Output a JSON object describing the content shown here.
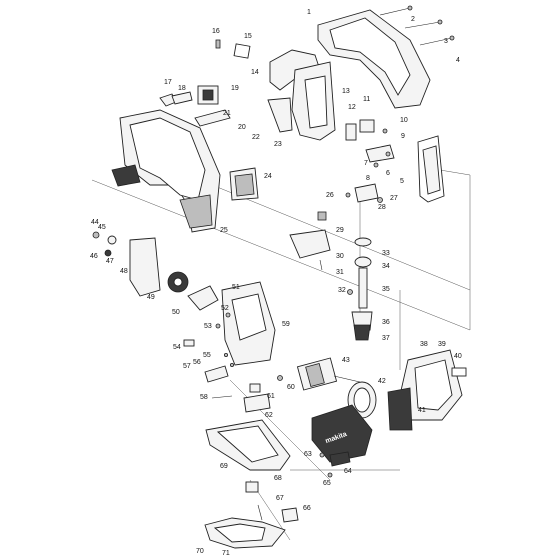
{
  "diagram": {
    "callouts": [
      "1",
      "2",
      "3",
      "4",
      "5",
      "6",
      "7",
      "8",
      "9",
      "10",
      "11",
      "12",
      "13",
      "14",
      "15",
      "16",
      "17",
      "18",
      "19",
      "20",
      "21",
      "22",
      "23",
      "24",
      "25",
      "26",
      "27",
      "28",
      "29",
      "30",
      "31",
      "32",
      "33",
      "34",
      "35",
      "36",
      "37",
      "38",
      "39",
      "40",
      "41",
      "42",
      "43",
      "44",
      "45",
      "46",
      "47",
      "48",
      "49",
      "50",
      "51",
      "52",
      "53",
      "54",
      "55",
      "56",
      "57",
      "58",
      "59",
      "60",
      "61",
      "62",
      "63",
      "64",
      "65",
      "66",
      "67",
      "68",
      "69",
      "70",
      "71"
    ],
    "brand_logo_text": "makita"
  }
}
